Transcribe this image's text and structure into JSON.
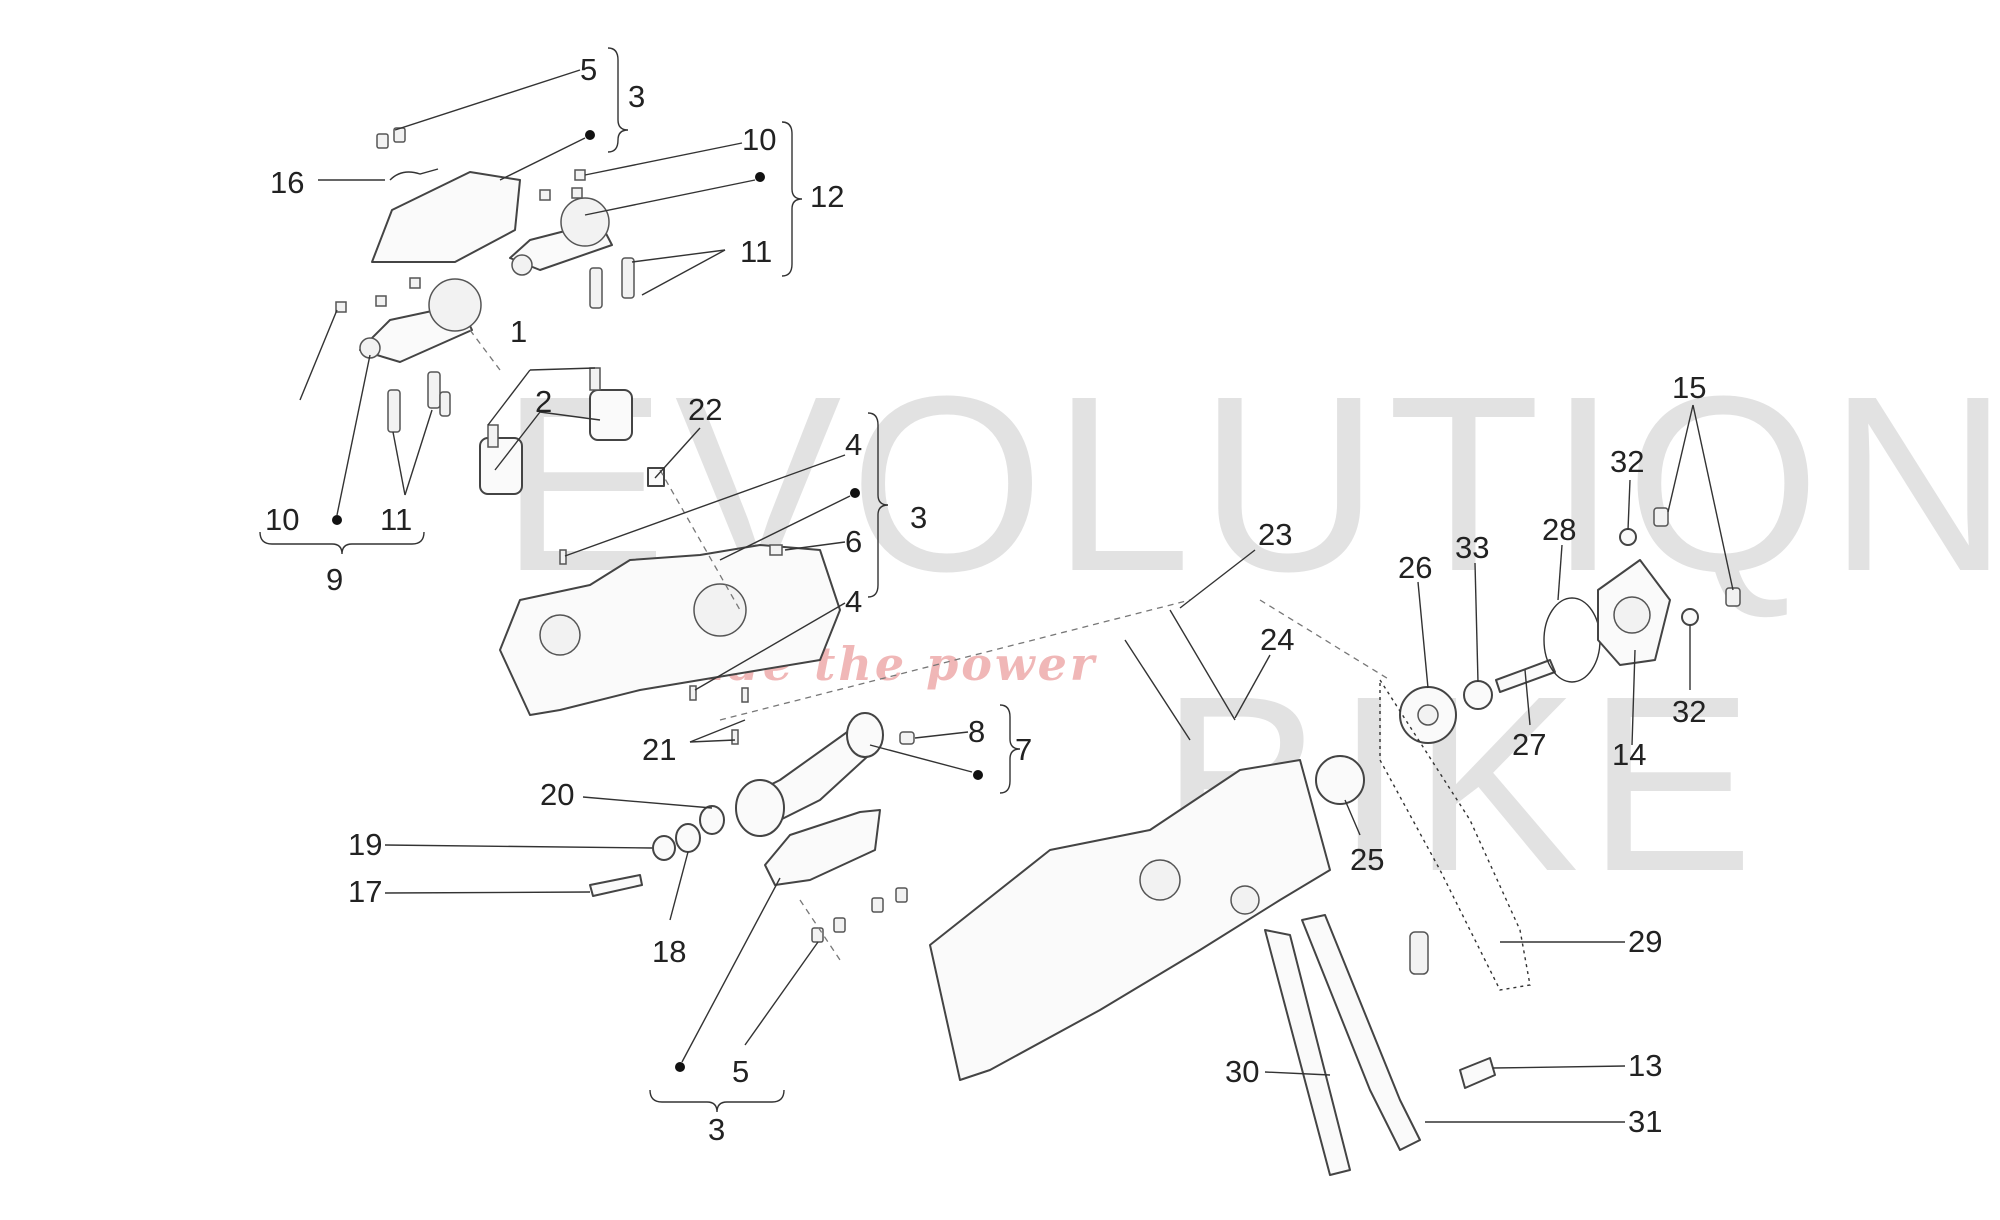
{
  "watermark": {
    "line1": "EVOLUTIQN",
    "line2": "BIKE",
    "tagline": "ride the power"
  },
  "callouts": {
    "n1": "1",
    "n2": "2",
    "n3a": "3",
    "n3b": "3",
    "n3c": "3",
    "n4a": "4",
    "n4b": "4",
    "n5a": "5",
    "n5b": "5",
    "n6": "6",
    "n7": "7",
    "n8": "8",
    "n9": "9",
    "n10a": "10",
    "n10b": "10",
    "n11a": "11",
    "n11b": "11",
    "n12": "12",
    "n13": "13",
    "n14": "14",
    "n15": "15",
    "n16": "16",
    "n17": "17",
    "n18": "18",
    "n19": "19",
    "n20": "20",
    "n21": "21",
    "n22": "22",
    "n23": "23",
    "n24": "24",
    "n25": "25",
    "n26": "26",
    "n27": "27",
    "n28": "28",
    "n29": "29",
    "n30": "30",
    "n31": "31",
    "n32a": "32",
    "n32b": "32",
    "n33": "33"
  },
  "colors": {
    "line": "#333333",
    "watermark_gray": "#d9d9d9",
    "watermark_red": "#f0b7b7"
  }
}
